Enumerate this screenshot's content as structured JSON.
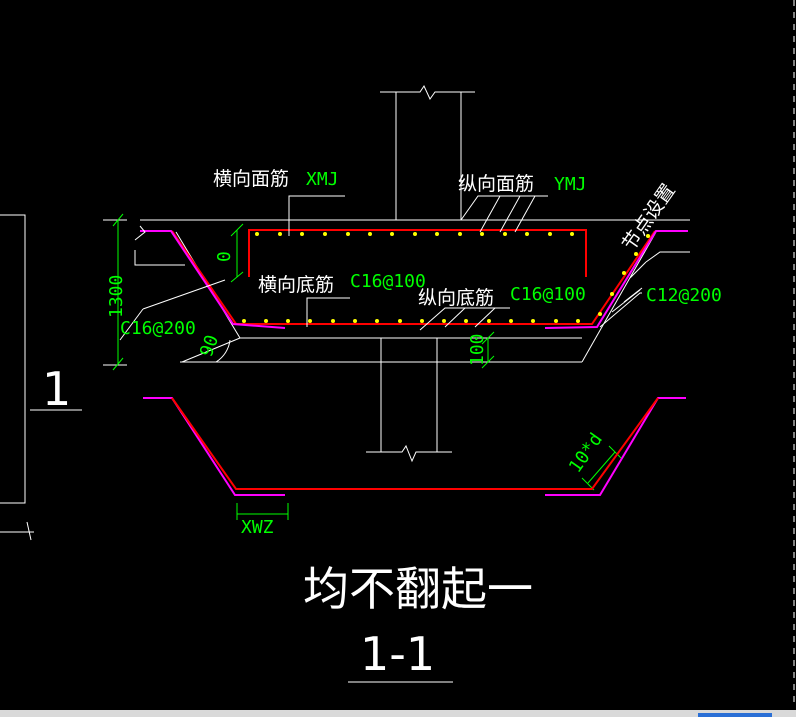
{
  "labels": {
    "transverse_top": "横向面筋",
    "transverse_top_code": "XMJ",
    "longitudinal_top": "纵向面筋",
    "longitudinal_top_code": "YMJ",
    "node_setting": "节点设置",
    "transverse_bottom": "横向底筋",
    "transverse_bottom_spec": "C16@100",
    "longitudinal_bottom": "纵向底筋",
    "longitudinal_bottom_spec": "C16@100",
    "side_right_spec": "C12@200",
    "side_left_spec": "C16@200",
    "angle": "90",
    "dim_height": "1300",
    "dim_zero": "0",
    "dim_100": "100",
    "dim_10d": "10*d",
    "xwz": "XWZ",
    "note": "均不翻起一",
    "section_title": "1-1",
    "side_marker": "1"
  },
  "colors": {
    "background": "#000000",
    "outline": "#ffffff",
    "rebar_main": "#ff0000",
    "rebar_side": "#ff00ff",
    "dimension": "#00ff00",
    "rebar_dots": "#ffff00"
  }
}
